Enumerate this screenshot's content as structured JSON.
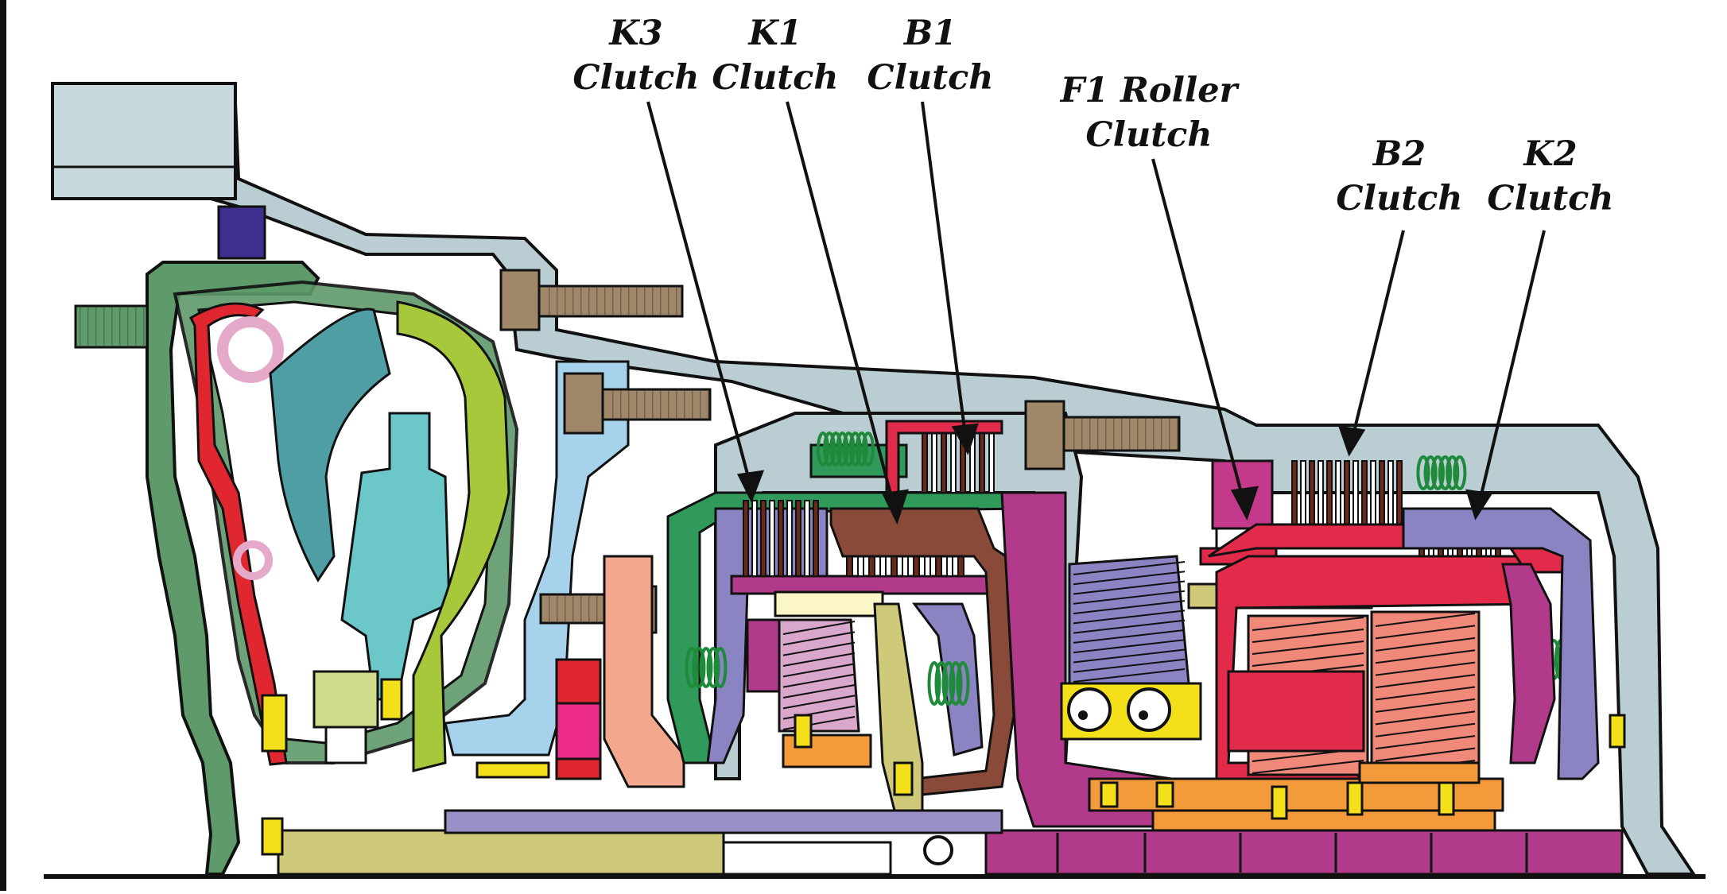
{
  "labels": {
    "k3": {
      "line1": "K3",
      "line2": "Clutch"
    },
    "k1": {
      "line1": "K1",
      "line2": "Clutch"
    },
    "b1": {
      "line1": "B1",
      "line2": "Clutch"
    },
    "f1": {
      "line1": "F1 Roller",
      "line2": "Clutch"
    },
    "b2": {
      "line1": "B2",
      "line2": "Clutch"
    },
    "k2": {
      "line1": "K2",
      "line2": "Clutch"
    }
  },
  "colors": {
    "outline": "#111111",
    "housing": "#b9cdd2",
    "dark_green": "#5f9a6b",
    "red": "#e0262f",
    "pink": "#e5a9c9",
    "teal": "#4f9ea3",
    "cyan": "#6cc7c9",
    "lime": "#a6c83a",
    "olive_yellow": "#cfc97a",
    "light_blue": "#a6d2ec",
    "bolt": "#a0876a",
    "salmon": "#f3a88d",
    "purple": "#8a84c3",
    "magenta": "#b23a8a",
    "brown": "#8a4a3a",
    "orange": "#f39a3a",
    "gear_pink": "#d9a6cc",
    "gear_salmon": "#f0897a",
    "yellow": "#f4e01a",
    "crimson": "#e22a4a",
    "hot_pink": "#ec2b8a",
    "navy_purple": "#3e2f8f"
  }
}
